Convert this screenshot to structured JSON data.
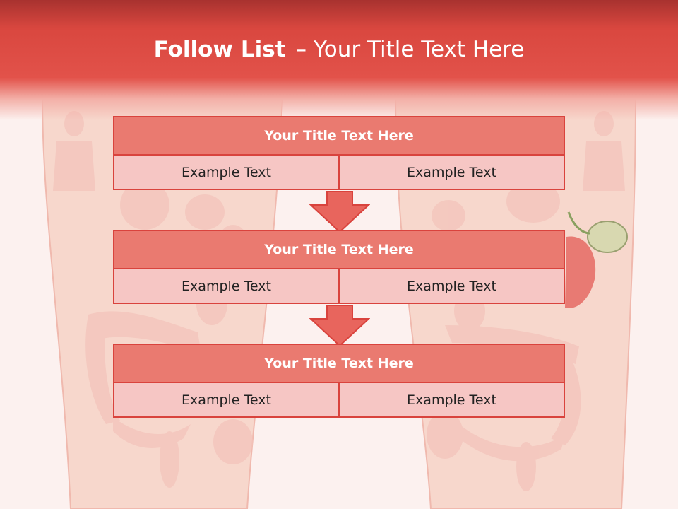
{
  "slide": {
    "title_bold": "Follow List",
    "title_dash": "–",
    "title_rest": "Your Title Text Here"
  },
  "blocks": [
    {
      "title": "Your Title Text Here",
      "left": "Example Text",
      "right": "Example Text"
    },
    {
      "title": "Your Title Text Here",
      "left": "Example Text",
      "right": "Example Text"
    },
    {
      "title": "Your Title Text Here",
      "left": "Example Text",
      "right": "Example Text"
    }
  ],
  "colors": {
    "header": "#e2524a",
    "block_title_fill": "#ea7a70",
    "block_cell_fill": "#f6c6c4",
    "border": "#d9433d",
    "arrow": "#e8655d"
  },
  "icons": [
    "anatomy-illustration",
    "down-arrow-icon"
  ]
}
